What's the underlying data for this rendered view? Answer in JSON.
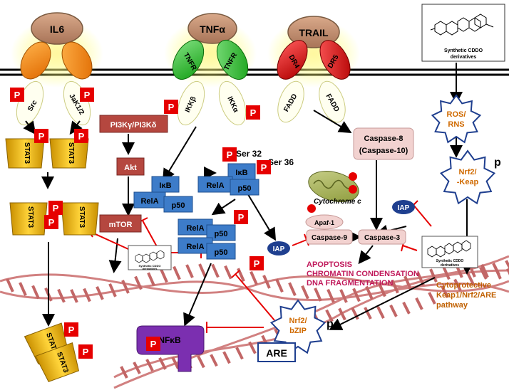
{
  "colors": {
    "red_p": "#e60000",
    "stat3": "#e8b400",
    "kinase_box": "#b5473f",
    "blue_box": "#3d7cc9",
    "caspase_pink": "#f2d2d0",
    "star_blue": "#1f3f8f",
    "star_text": "#d06a00",
    "apoptosis_text": "#c0185a",
    "cyto_text": "#c06000",
    "nfkb": "#7b2fb0",
    "inhibit": "#e60000",
    "membrane": "#000000"
  },
  "receptors": {
    "il6": "IL6",
    "tnfa": "TNFα",
    "trail": "TRAIL",
    "tnfr_left": "TNFR",
    "tnfr_right": "TNFR",
    "dr4": "DR4",
    "dr5": "DR5"
  },
  "adaptors": {
    "src": "Src",
    "jak": "JaK1/2",
    "ikkb": "IKKβ",
    "ikka": "IKKα",
    "fadd_left": "FADD",
    "fadd_right": "FADD"
  },
  "phospho": "P",
  "stat3": "STAT3",
  "kinases": {
    "pi3k": "PI3Kγ/PI3Kδ",
    "akt": "Akt",
    "mtor": "mTOR"
  },
  "nfkb_complex": {
    "ikb": "IκB",
    "rela": "RelA",
    "p50": "p50",
    "ser32": "Ser 32",
    "ser36": "Ser 36"
  },
  "nfkb": "NFκB",
  "iap": "IAP",
  "caspases": {
    "casp8_line1": "Caspase-8",
    "casp8_line2": "(Caspase-10)",
    "casp9": "Caspase-9",
    "casp3": "Caspase-3",
    "apaf1": "Apaf-1",
    "cytochrome": "Cytochrome c"
  },
  "apoptosis": {
    "line1": "APOPTOSIS",
    "line2": "CHROMATIN CONDENSATION",
    "line3": "DNA FRAGMENTATION"
  },
  "cddo": {
    "line1": "Synthetic CDDO",
    "line2": "derivatives",
    "small1": "Synthetic CDDO",
    "small2": "derivatives"
  },
  "ros": {
    "line1": "ROS/",
    "line2": "RNS"
  },
  "nrf2_keap": {
    "line1": "Nrf2/",
    "line2": "-Keap",
    "p": "p"
  },
  "nrf2_bzip": {
    "line1": "Nrf2/",
    "line2": "bZIP",
    "p": "p"
  },
  "are": "ARE",
  "cytoprotective": {
    "line1": "Cytoprotective",
    "line2": "Keap1/Nrf2/ARE",
    "line3": "pathway"
  }
}
